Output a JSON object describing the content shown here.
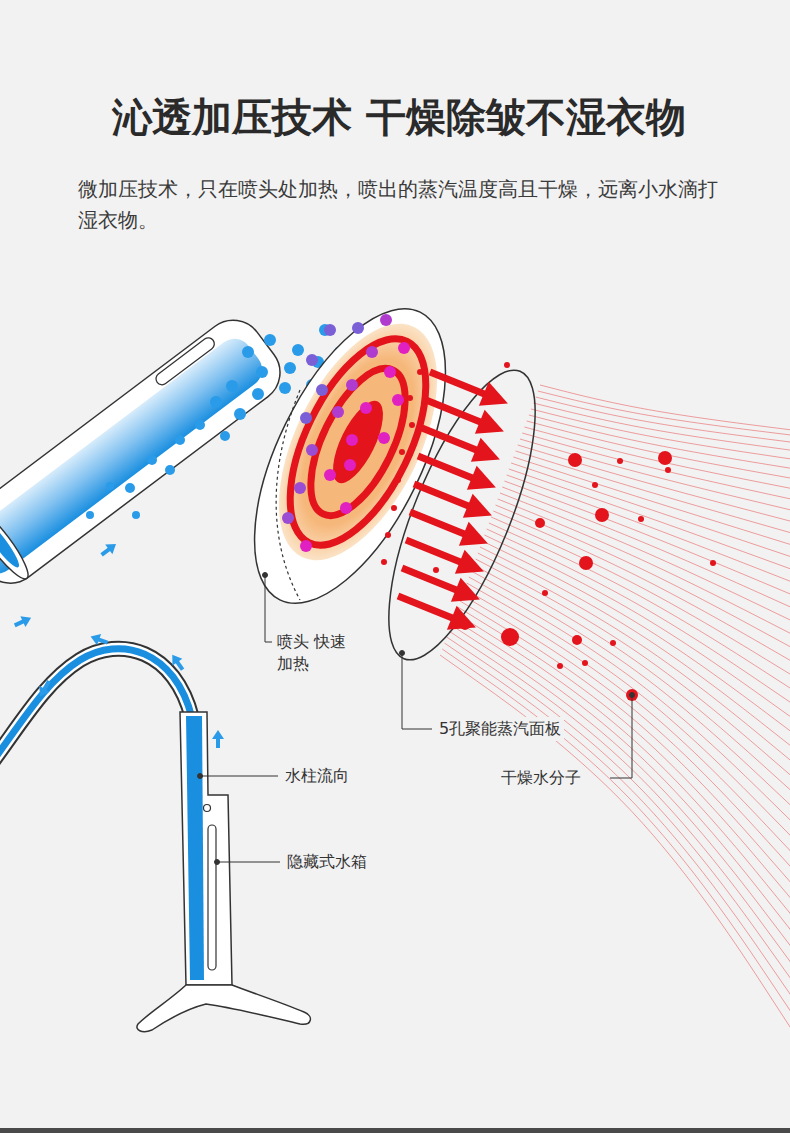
{
  "diagram": {
    "title": "沁透加压技术 干燥除皱不湿衣物",
    "labels": [
      "微加压技术，只在喷头处加热，喷出的蒸汽温度高且干燥，远离小水滴打湿衣物。",
      "喷头 快速加热",
      "5孔聚能蒸汽面板",
      "水柱流向",
      "隐藏式水箱",
      "干燥水分子"
    ]
  }
}
